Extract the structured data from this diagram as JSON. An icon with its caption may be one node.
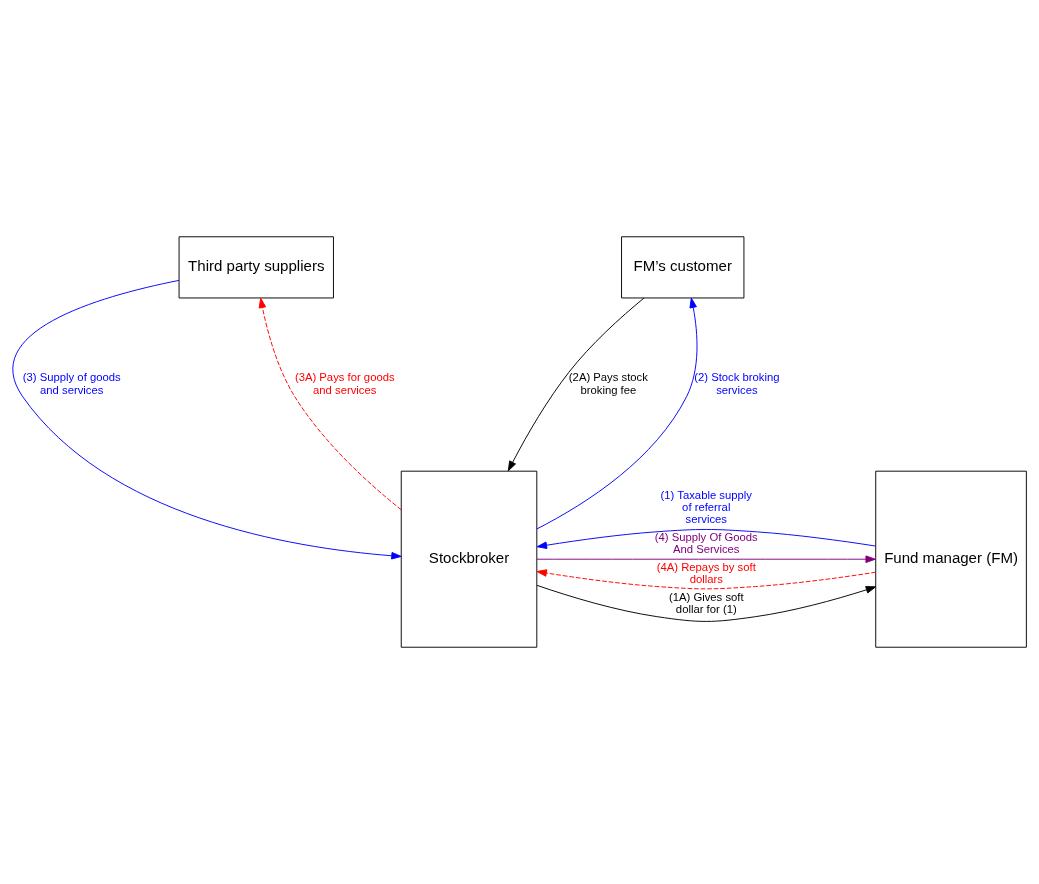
{
  "diagram": {
    "nodes": [
      {
        "text": [
          "Third party suppliers"
        ]
      },
      {
        "text": [
          "FM’s customer"
        ]
      },
      {
        "text": [
          "Fund manager (FM)"
        ]
      },
      {
        "text": [
          "Stockbroker"
        ]
      }
    ],
    "edges": [
      {
        "from": 0,
        "to": 3,
        "arrow": "to",
        "label": "(3) Supply of goods and services",
        "color": "#0000ff"
      },
      {
        "from": 3,
        "to": 0,
        "arrow": "to",
        "label": "(3A) Pays for goods and services",
        "style": "dashed",
        "color": "#ff0000"
      },
      {
        "from": 1,
        "to": 3,
        "arrow": "to",
        "label": "(2A) Pays stock broking fee",
        "color": "#000000"
      },
      {
        "from": 3,
        "to": 1,
        "arrow": "to",
        "label": "(2) Stock broking services",
        "color": "#0000ff"
      },
      {
        "from": 2,
        "to": 3,
        "arrow": "to",
        "label": "(1) Taxable supply of referral services",
        "color": "#0000ff"
      },
      {
        "from": 3,
        "to": 2,
        "arrow": "to",
        "label": "(1A) Gives soft dollar for (1)",
        "color": "#000000"
      },
      {
        "from": 3,
        "to": 2,
        "arrow": "to",
        "label": "(4) Supply Of Goods And Services",
        "color": "#800080"
      },
      {
        "from": 2,
        "to": 3,
        "arrow": "to",
        "label": "(4A) Repays by soft dollars",
        "style": "dashed",
        "color": "#ff0000"
      }
    ]
  }
}
